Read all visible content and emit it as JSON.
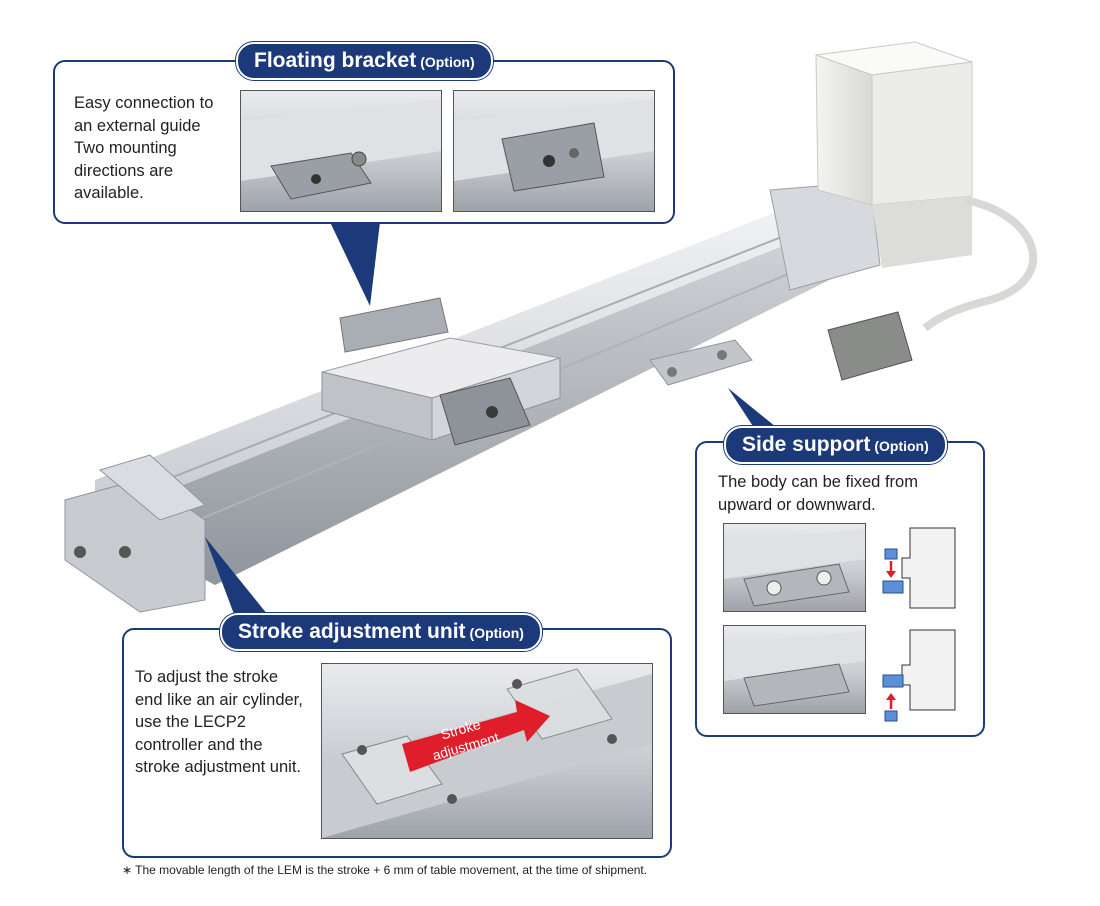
{
  "floating_bracket": {
    "title": "Floating bracket",
    "option": "(Option)",
    "lines": [
      "Easy connection to",
      "an external guide",
      "Two mounting",
      "directions are",
      "available."
    ]
  },
  "side_support": {
    "title": "Side support",
    "option": "(Option)",
    "lines": [
      "The body can be fixed from",
      "upward or downward."
    ]
  },
  "stroke_unit": {
    "title": "Stroke adjustment unit",
    "option": "(Option)",
    "lines": [
      "To adjust the stroke",
      "end like an air cylinder,",
      "use the LECP2",
      "controller and the",
      "stroke adjustment unit."
    ],
    "arrow_line1": "Stroke",
    "arrow_line2": "adjustment"
  },
  "footnote": "∗  The movable length of the LEM is the stroke + 6 mm of table movement, at the time of shipment.",
  "colors": {
    "navy": "#1c3a7a",
    "arrow_red": "#e01e2b",
    "part_blue": "#5b8fd8"
  }
}
